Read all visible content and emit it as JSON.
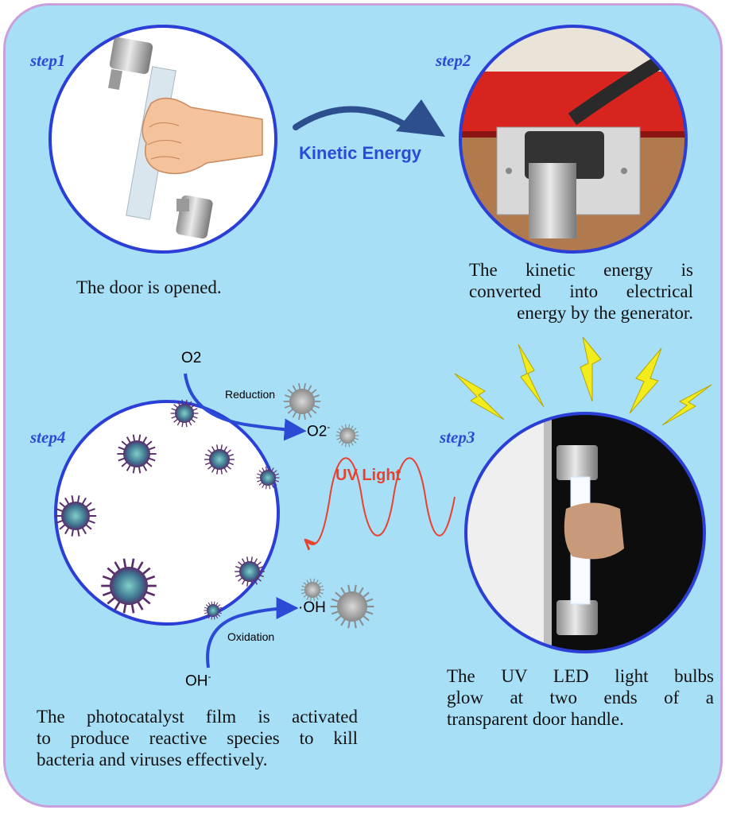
{
  "steps": {
    "step1": {
      "label": "step1",
      "caption": "The door is opened."
    },
    "step2": {
      "label": "step2",
      "caption_lines": [
        "The kinetic energy is",
        "converted into electrical",
        "energy by the generator."
      ]
    },
    "step3": {
      "label": "step3",
      "caption_lines": [
        "The UV LED light bulbs",
        "glow at two ends of a",
        "transparent door handle."
      ]
    },
    "step4": {
      "label": "step4",
      "caption_lines": [
        "The photocatalyst film is activated",
        "to produce reactive species to kill",
        "bacteria and viruses effectively."
      ]
    }
  },
  "arrows": {
    "kinetic_label": "Kinetic Energy",
    "uv_label": "UV Light"
  },
  "reactions": {
    "o2": "O2",
    "reduction": "Reduction",
    "superoxide": "O2",
    "superoxide_charge": "-",
    "oh_radical": "·OH",
    "oxidation": "Oxidation",
    "hydroxide": "OH",
    "hydroxide_charge": "-"
  },
  "colors": {
    "panel_bg": "#a7dff7",
    "panel_border": "#c9a0dc",
    "accent_blue": "#2b4bd6",
    "uv_red": "#e8412f",
    "bolt_yellow": "#f2ec1c"
  }
}
